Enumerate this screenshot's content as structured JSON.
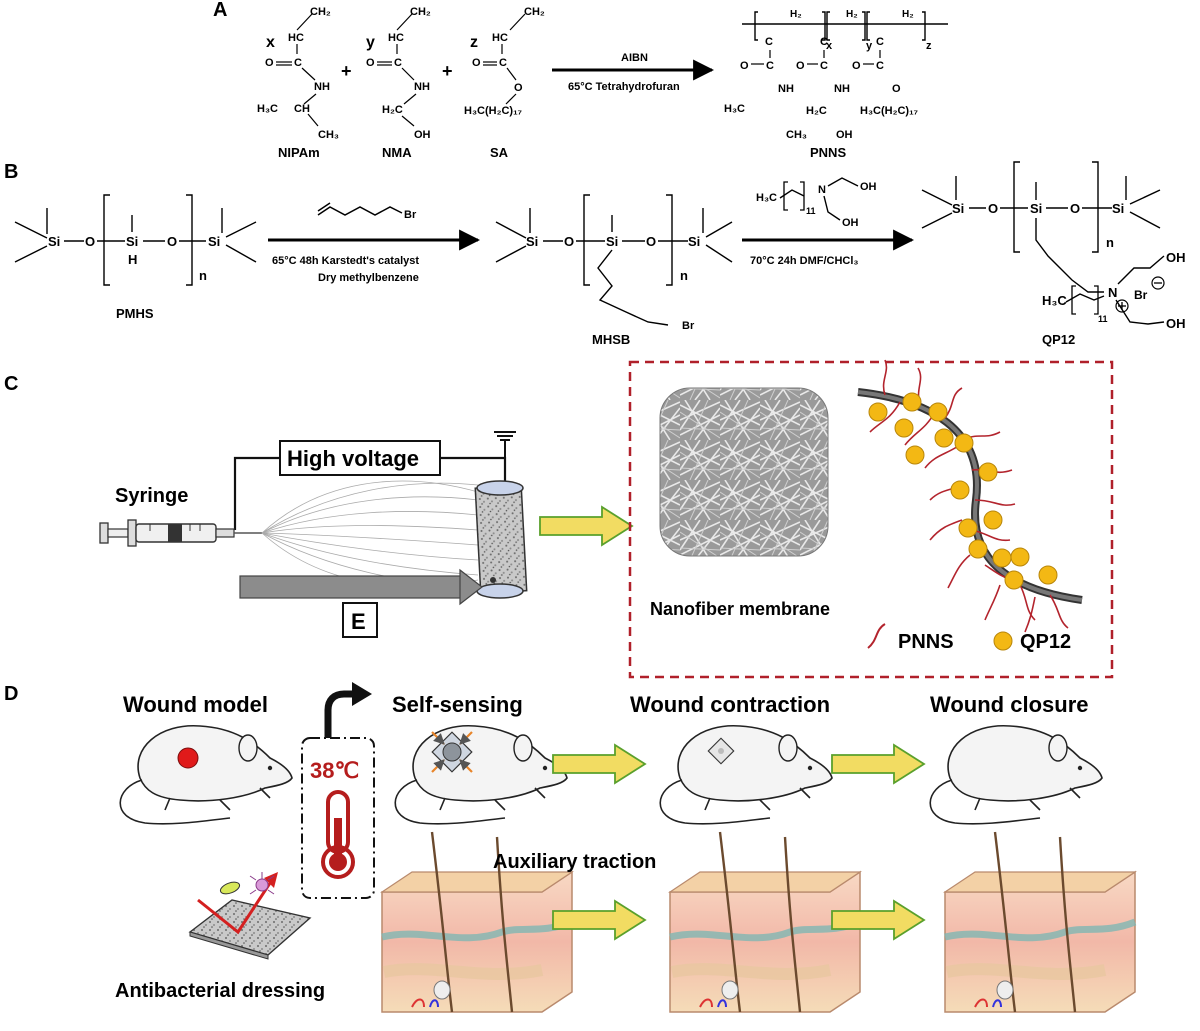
{
  "panels": {
    "a": "A",
    "b": "B",
    "c": "C",
    "d": "D"
  },
  "panelA": {
    "nipam": {
      "coef": "x",
      "top": "CH₂",
      "ch": "HC",
      "o": "O",
      "c": "C",
      "nh": "NH",
      "h3c": "H₃C",
      "ch2": "CH",
      "ch3": "CH₃",
      "name": "NIPAm"
    },
    "nma": {
      "coef": "y",
      "top": "CH₂",
      "ch": "HC",
      "o": "O",
      "c": "C",
      "nh": "NH",
      "h2c": "H₂C",
      "oh": "OH",
      "name": "NMA"
    },
    "sa": {
      "coef": "z",
      "top": "CH₂",
      "ch": "HC",
      "o": "O",
      "c": "C",
      "o2": "O",
      "chain": "H₃C(H₂C)₁₇",
      "name": "SA"
    },
    "plus": "+",
    "arrow_top": "AIBN",
    "arrow_bottom": "65°C  Tetrahydrofuran",
    "product": {
      "h2": "H₂",
      "c": "C",
      "sub_x": "x",
      "sub_y": "y",
      "sub_z": "z",
      "h": "H",
      "o": "O",
      "nh": "NH",
      "h3c": "H₃C",
      "ch3": "CH₃",
      "h2c": "H₂C",
      "oh": "OH",
      "chain": "H₃C(H₂C)₁₇",
      "name": "PNNS"
    }
  },
  "panelB": {
    "si": "Si",
    "o": "O",
    "h": "H",
    "n": "n",
    "pmhs": "PMHS",
    "reagent1": "Br",
    "cond1_l1": "65°C 48h Karstedt's catalyst",
    "cond1_l2": "Dry methylbenzene",
    "mhsb": "MHSB",
    "reagent2": {
      "h3c": "H₃C",
      "sub": "11",
      "n": "N",
      "oh1": "OH",
      "oh2": "OH"
    },
    "cond2": "70°C 24h DMF/CHCl₃",
    "qp12": "QP12",
    "qp12_parts": {
      "oh1": "OH",
      "oh2": "OH",
      "br": "Br",
      "h3c": "H₃C",
      "sub": "11",
      "n": "N"
    }
  },
  "panelC": {
    "high_voltage": "High voltage",
    "syringe": "Syringe",
    "field": "E",
    "membrane": "Nanofiber membrane",
    "legend_pnns": "PNNS",
    "legend_qp12": "QP12"
  },
  "panelD": {
    "wound_model": "Wound model",
    "self_sensing": "Self-sensing",
    "wound_contraction": "Wound contraction",
    "wound_closure": "Wound closure",
    "temperature": "38℃",
    "auxiliary_traction": "Auxiliary traction",
    "antibacterial_dressing": "Antibacterial dressing"
  },
  "colors": {
    "arrow_fill": "#f2dc62",
    "arrow_stroke": "#5aa02c",
    "dashed_box": "#b0202a",
    "qp12_dot": "#f3b814",
    "pnns_line": "#b3242d",
    "wound": "#e01a1a",
    "thermo": "#b51d1d",
    "skin": "#f3c7b6"
  }
}
